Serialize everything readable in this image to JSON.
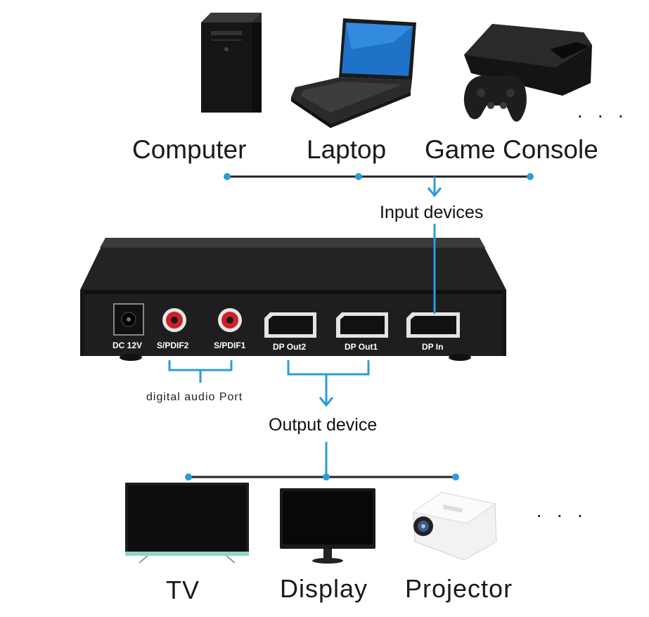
{
  "input": {
    "devices": [
      "Computer",
      "Laptop",
      "Game Console"
    ],
    "more": "· · ·",
    "group_label": "Input devices"
  },
  "switch_box": {
    "ports": [
      "DC 12V",
      "S/PDIF2",
      "S/PDIF1",
      "DP Out2",
      "DP Out1",
      "DP In"
    ],
    "audio_label": "digital audio Port"
  },
  "output": {
    "group_label": "Output device",
    "devices": [
      "TV",
      "Display",
      "Projector"
    ],
    "more": "· · ·"
  },
  "colors": {
    "connector_blue": "#2b9be0",
    "line_dark": "#222222",
    "box_body": "#1e1e1e"
  },
  "icons": [
    "desktop-tower-icon",
    "laptop-icon",
    "game-console-icon",
    "tv-icon",
    "monitor-icon",
    "projector-icon"
  ]
}
